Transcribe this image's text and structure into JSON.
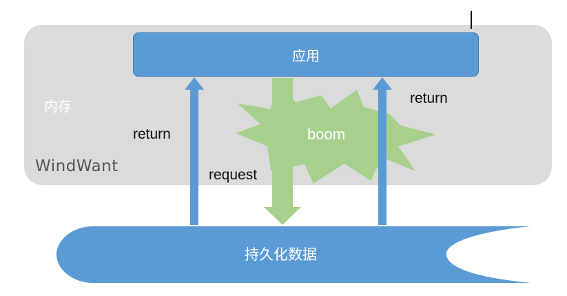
{
  "app": {
    "label": "应用"
  },
  "memory": {
    "label": "内存"
  },
  "storage": {
    "label": "持久化数据"
  },
  "arrows": {
    "return_left": "return",
    "return_right": "return",
    "request": "request"
  },
  "burst": {
    "label": "boom"
  },
  "watermark": {
    "label": "WindWant"
  },
  "colors": {
    "memory_bg": "#dbdbdb",
    "app_fill": "#5b9bd5",
    "storage_fill": "#5b9bd5",
    "request_arrow": "#a8d08d",
    "burst_fill": "#a8d08d",
    "return_arrow": "#5b9bd5"
  }
}
